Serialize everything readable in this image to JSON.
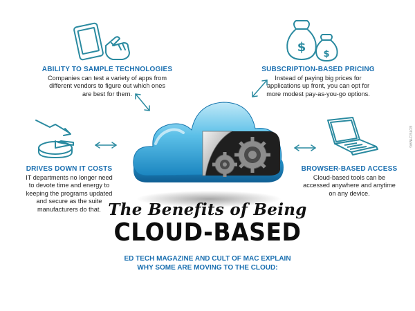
{
  "features": {
    "sample": {
      "title": "ABILITY TO SAMPLE TECHNOLOGIES",
      "lines": [
        "Companies can test a variety of apps from",
        "different vendors to figure out which ones",
        "are best for them."
      ]
    },
    "subscription": {
      "title": "SUBSCRIPTION-BASED PRICING",
      "lines": [
        "Instead of paying big prices for",
        "applications up front, you can opt for",
        "more modest pay-as-you-go options."
      ]
    },
    "costs": {
      "title": "DRIVES DOWN IT COSTS",
      "lines": [
        "IT departments no longer need",
        "to devote time and energy to",
        "keeping the programs updated",
        "and secure as the suite",
        "manufacturers do that."
      ]
    },
    "browser": {
      "title": "BROWSER-BASED ACCESS",
      "lines": [
        "Cloud-based tools can be",
        "accessed anywhere and anytime",
        "on any device."
      ]
    }
  },
  "headline": {
    "line1": "The Benefits of Being",
    "line2": "CLOUD-BASED"
  },
  "subhead": {
    "line1": "ED TECH MAGAZINE AND CULT OF MAC EXPLAIN",
    "line2": "WHY SOME ARE MOVING TO THE CLOUD:"
  },
  "money_symbol": "$",
  "watermark": "EDTECHMAG",
  "icons": {
    "sample": "tablet-tap-hand-icon",
    "subscription": "money-bags-icon",
    "costs": "pie-chart-downtrend-icon",
    "browser": "laptop-icon",
    "center": "cloud-gears-icon"
  },
  "colors": {
    "accent_blue": "#1a6fb0",
    "cloud_blue": "#2fa3d6",
    "icon_teal": "#2a8aa0"
  }
}
